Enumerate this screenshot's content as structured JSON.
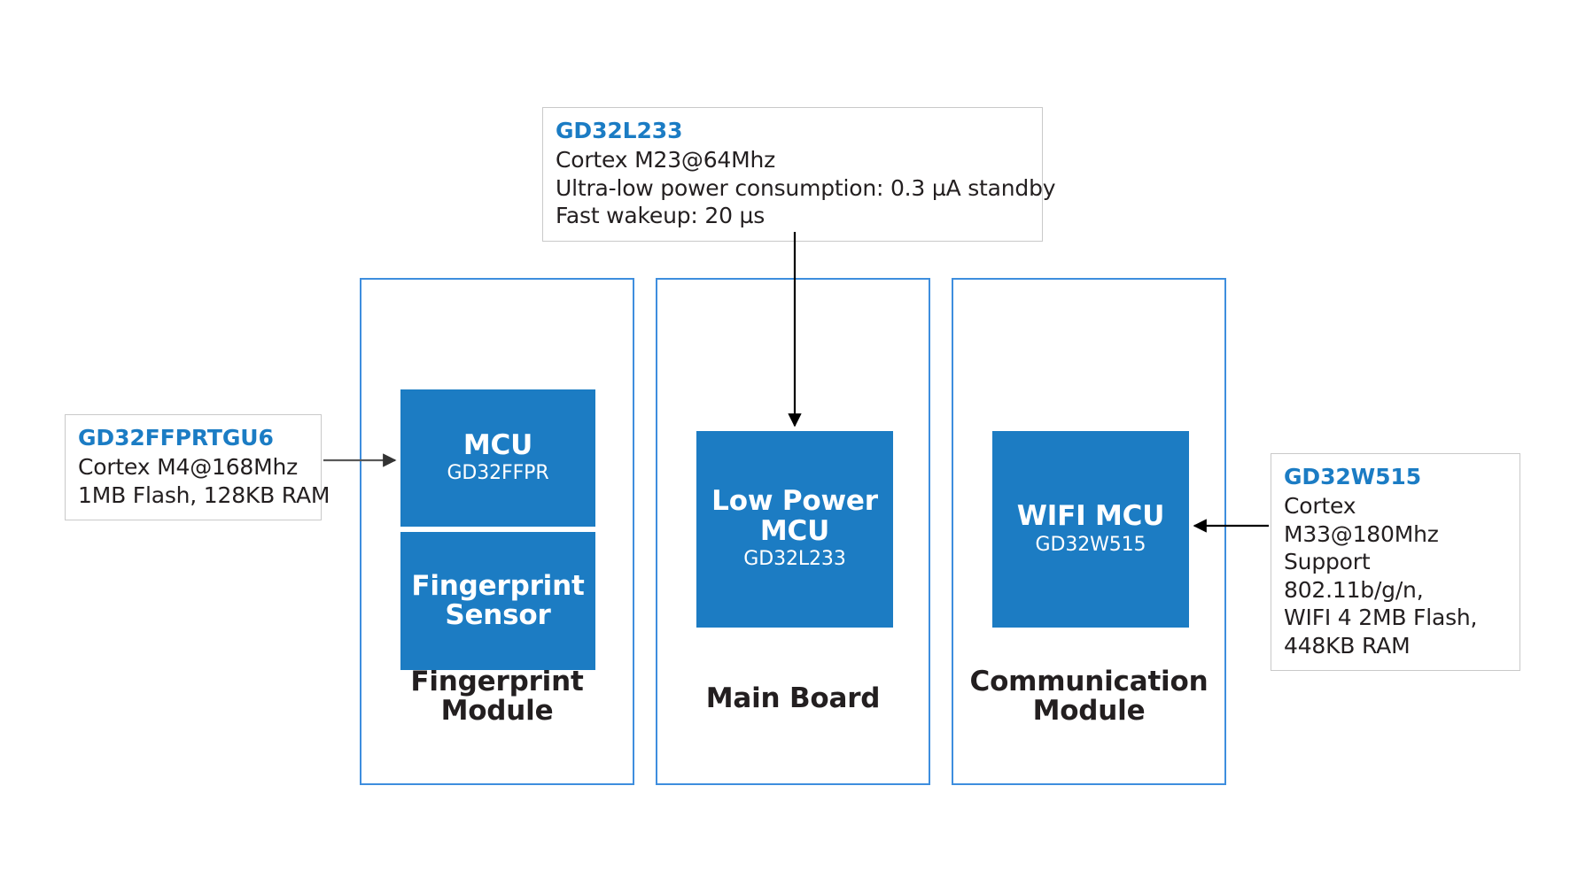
{
  "diagram": {
    "title": "GD32 fingerprint lock system block diagram",
    "accent_blue": "#1b7cc4",
    "chip_blue": "#1c7cc3",
    "container_border": "#3e8ede",
    "note_border": "#c9c9c9",
    "text_color": "#231f20"
  },
  "modules": [
    {
      "id": "fingerprint",
      "caption_line1": "Fingerprint",
      "caption_line2": "Module"
    },
    {
      "id": "main",
      "caption_line1": "Main Board",
      "caption_line2": ""
    },
    {
      "id": "comm",
      "caption_line1": "Communication",
      "caption_line2": "Module"
    }
  ],
  "chips": [
    {
      "id": "mcu",
      "title": "MCU",
      "subtitle": "GD32FFPR"
    },
    {
      "id": "fp_sensor",
      "title_line1": "Fingerprint",
      "title_line2": "Sensor",
      "subtitle": ""
    },
    {
      "id": "lowpower",
      "title_line1": "Low Power",
      "title_line2": "MCU",
      "subtitle": "GD32L233"
    },
    {
      "id": "wifi",
      "title": "WIFI MCU",
      "subtitle": "GD32W515"
    }
  ],
  "notes": {
    "l233": {
      "title": "GD32L233",
      "lines": [
        "Cortex M23@64Mhz",
        "Ultra-low power consumption: 0.3 µA standby",
        "Fast wakeup: 20 µs"
      ]
    },
    "ffpr": {
      "title": "GD32FFPRTGU6",
      "lines": [
        "Cortex M4@168Mhz",
        "1MB Flash, 128KB RAM"
      ]
    },
    "w515": {
      "title": "GD32W515",
      "lines": [
        "Cortex M33@180Mhz",
        "Support 802.11b/g/n,",
        "WIFI 4 2MB Flash,",
        "448KB RAM"
      ]
    }
  },
  "connectors": [
    {
      "id": "l233-to-lowpower",
      "from": "note-l233",
      "to": "chip-lowpower",
      "direction": "down",
      "color": "#000000"
    },
    {
      "id": "ffpr-to-mcu",
      "from": "note-ffpr",
      "to": "chip-mcu",
      "direction": "right",
      "color": "#595959"
    },
    {
      "id": "w515-to-wifi",
      "from": "note-w515",
      "to": "chip-wifi",
      "direction": "left",
      "color": "#000000"
    }
  ]
}
